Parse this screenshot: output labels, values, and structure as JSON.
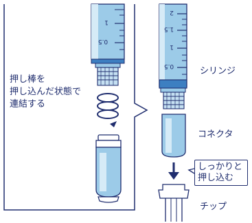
{
  "labels": {
    "syringe": "シリンジ",
    "connector": "コネクタ",
    "tip": "チップ",
    "instruction_line1": "押し棒を",
    "instruction_line2": "押し込んだ状態で",
    "instruction_line3": "連結する",
    "push_line1": "しっかりと",
    "push_line2": "押し込む"
  },
  "scale_marks": {
    "left_syringe": [
      "1",
      "0.5"
    ],
    "right_syringe": [
      "2",
      "1.5",
      "1",
      "0.5"
    ]
  },
  "colors": {
    "outline": "#1f2d6e",
    "barrel_blue": "#9ccbe8",
    "barrel_light": "#d6ebf7",
    "plunger_blue": "#3d7fc1"
  },
  "icons": [
    "rotate-arrow-icon",
    "down-arrow-icon"
  ]
}
